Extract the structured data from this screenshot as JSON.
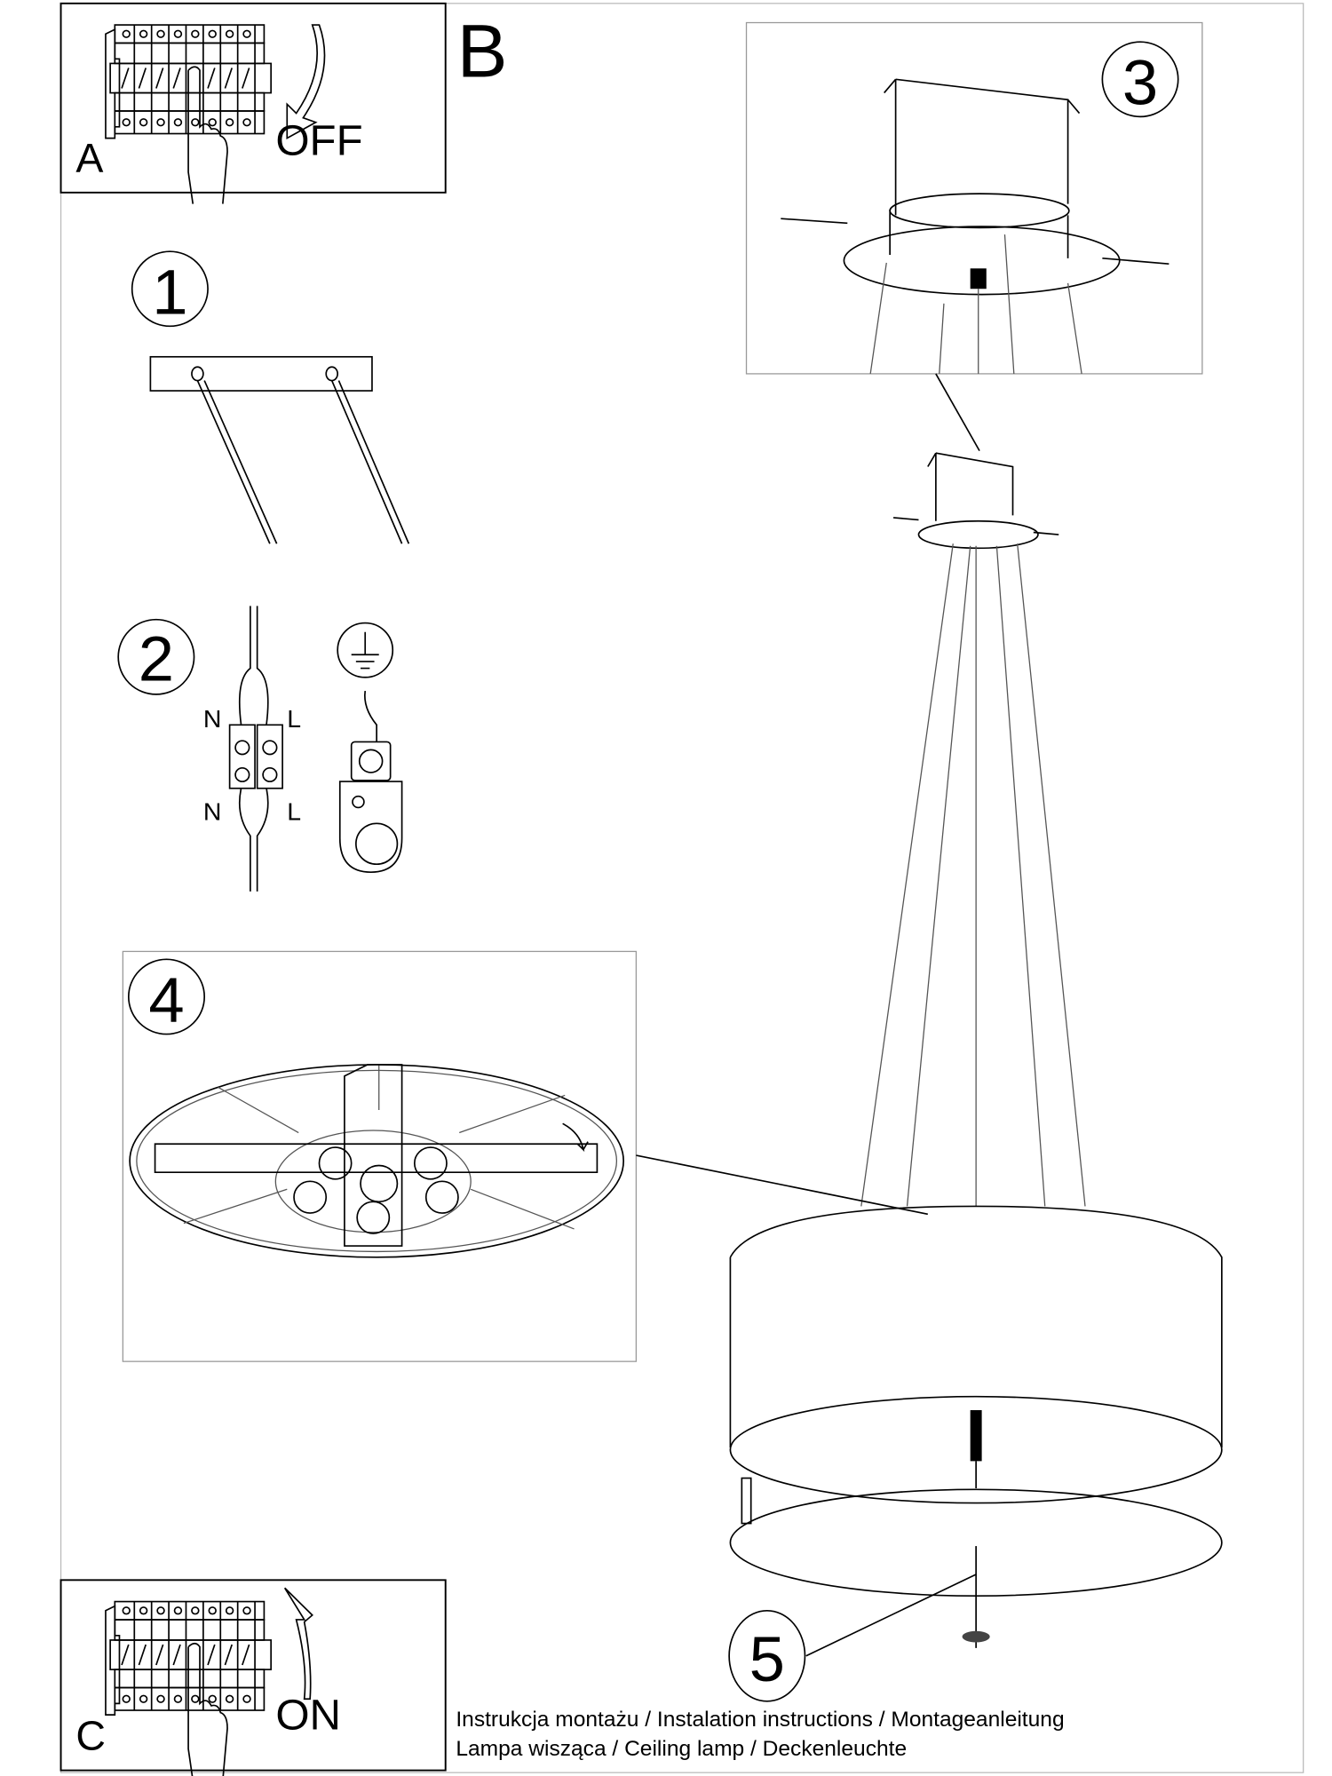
{
  "panels": {
    "a": {
      "letter": "A",
      "label": "OFF"
    },
    "b": {
      "letter": "B"
    },
    "c": {
      "letter": "C",
      "label": "ON"
    }
  },
  "steps": [
    "1",
    "2",
    "3",
    "4",
    "5"
  ],
  "wiring": {
    "n_top": "N",
    "l_top": "L",
    "n_bottom": "N",
    "l_bottom": "L"
  },
  "footer": {
    "line1": "Instrukcja montażu / Instalation instructions / Montageanleitung",
    "line2": "Lampa wisząca / Ceiling lamp / Deckenleuchte"
  }
}
